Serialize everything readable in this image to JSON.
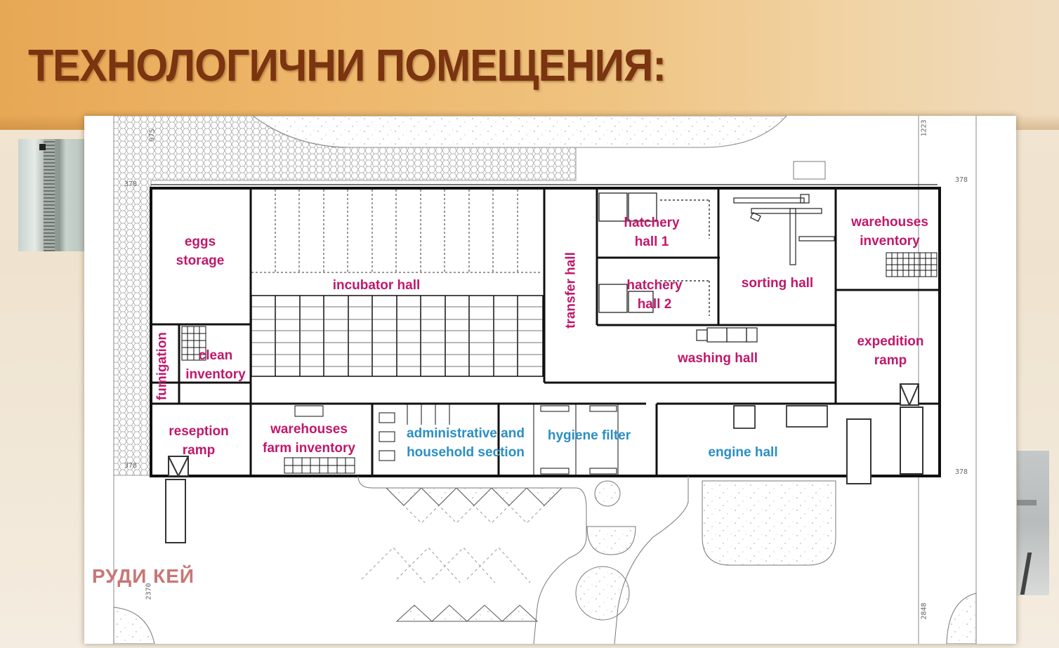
{
  "slide": {
    "title": "ТЕХНОЛОГИЧНИ ПОМЕЩЕНИЯ:",
    "watermark": "РУДИ КЕЙ",
    "colors": {
      "title": "#7a3410",
      "technological_label": "#c0186a",
      "service_label": "#2a8fc4",
      "watermark": "#c97676",
      "banner": "#edb467"
    }
  },
  "floor_plan": {
    "rooms": [
      {
        "id": "eggs-storage",
        "label_line1": "eggs",
        "label_line2": "storage",
        "category": "technological"
      },
      {
        "id": "incubator-hall",
        "label_line1": "incubator hall",
        "category": "technological"
      },
      {
        "id": "transfer-hall",
        "label_line1": "transfer hall",
        "category": "technological",
        "orientation": "vertical"
      },
      {
        "id": "hatchery-hall-1",
        "label_line1": "hatchery",
        "label_line2": "hall 1",
        "category": "technological"
      },
      {
        "id": "hatchery-hall-2",
        "label_line1": "hatchery",
        "label_line2": "hall 2",
        "category": "technological"
      },
      {
        "id": "sorting-hall",
        "label_line1": "sorting hall",
        "category": "technological"
      },
      {
        "id": "warehouses-inventory",
        "label_line1": "warehouses",
        "label_line2": "inventory",
        "category": "technological"
      },
      {
        "id": "fumigation",
        "label_line1": "fumigation",
        "category": "technological",
        "orientation": "vertical"
      },
      {
        "id": "clean-inventory",
        "label_line1": "clean",
        "label_line2": "inventory",
        "category": "technological"
      },
      {
        "id": "washing-hall",
        "label_line1": "washing hall",
        "category": "technological"
      },
      {
        "id": "expedition-ramp",
        "label_line1": "expedition",
        "label_line2": "ramp",
        "category": "technological"
      },
      {
        "id": "reseption-ramp",
        "label_line1": "reseption",
        "label_line2": "ramp",
        "category": "technological"
      },
      {
        "id": "warehouses-farm-inventory",
        "label_line1": "warehouses",
        "label_line2": "farm inventory",
        "category": "technological"
      },
      {
        "id": "administrative-household",
        "label_line1": "administrative and",
        "label_line2": "household section",
        "category": "service"
      },
      {
        "id": "hygiene-filter",
        "label_line1": "hygiene filter",
        "category": "service"
      },
      {
        "id": "engine-hall",
        "label_line1": "engine hall",
        "category": "service"
      }
    ],
    "dimensions": {
      "top_left_vertical": "975",
      "top_left_horizontal": "378",
      "bottom_left_horizontal": "378",
      "bottom_left_vertical": "2370",
      "top_right_vertical": "1223",
      "top_right_horizontal": "378",
      "bottom_right_horizontal": "378",
      "bottom_right_vertical": "2848"
    }
  }
}
